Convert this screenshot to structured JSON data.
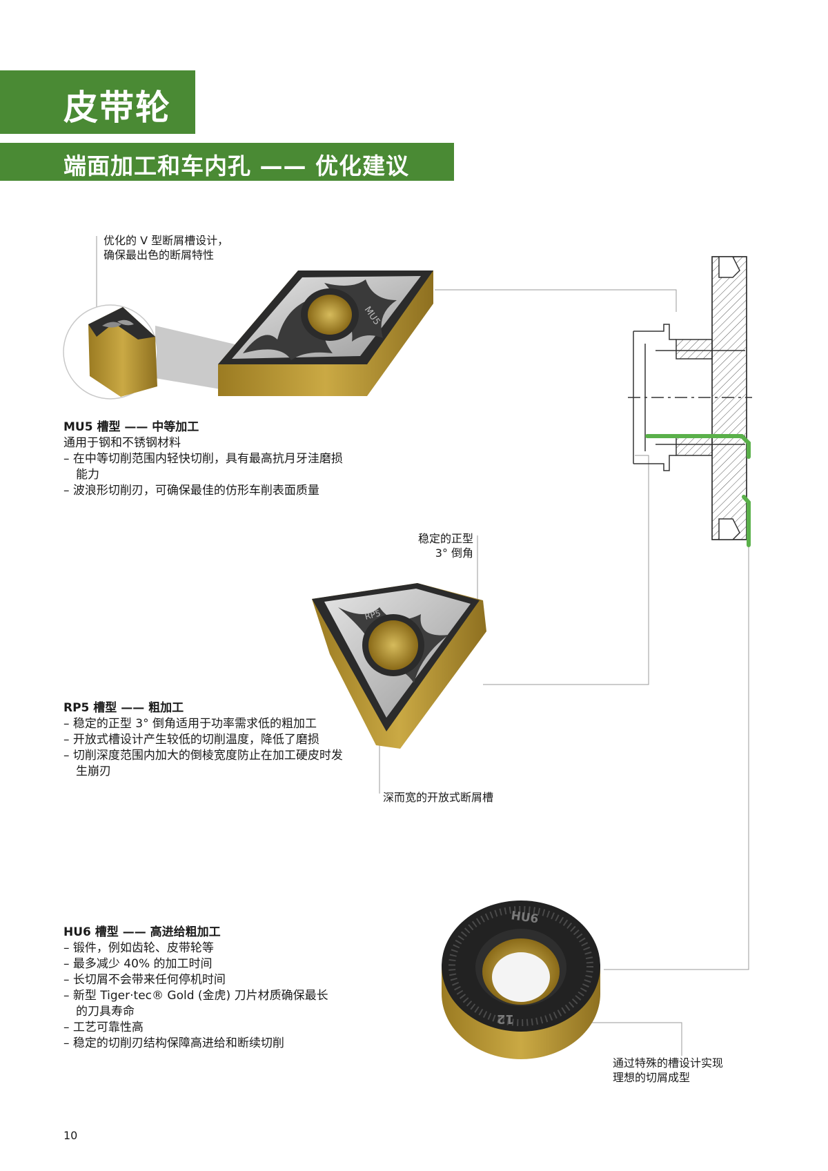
{
  "header": {
    "title": "皮带轮",
    "subtitle": "端面加工和车内孔 —— 优化建议"
  },
  "callouts": {
    "v_groove": [
      "优化的 V 型断屑槽设计，",
      "确保最出色的断屑特性"
    ],
    "chamfer": [
      "稳定的正型",
      "3° 倒角"
    ],
    "open_groove": [
      "深而宽的开放式断屑槽"
    ],
    "chip_form": [
      "通过特殊的槽设计实现",
      "理想的切屑成型"
    ]
  },
  "sections": {
    "mu5": {
      "heading": "MU5 槽型 —— 中等加工",
      "lines": [
        "通用于钢和不锈钢材料"
      ],
      "bullets": [
        "– 在中等切削范围内轻快切削，具有最高抗月牙洼磨损能力",
        "– 波浪形切削刃，可确保最佳的仿形车削表面质量"
      ]
    },
    "rp5": {
      "heading": "RP5 槽型 —— 粗加工",
      "bullets": [
        "– 稳定的正型 3° 倒角适用于功率需求低的粗加工",
        "– 开放式槽设计产生较低的切削温度，降低了磨损",
        "– 切削深度范围内加大的倒棱宽度防止在加工硬皮时发生崩刃"
      ]
    },
    "hu6": {
      "heading": "HU6 槽型 —— 高进给粗加工",
      "bullets": [
        "– 锻件，例如齿轮、皮带轮等",
        "– 最多减少 40% 的加工时间",
        "– 长切屑不会带来任何停机时间",
        "– 新型 Tiger·tec® Gold (金虎) 刀片材质确保最长的刀具寿命",
        "– 工艺可靠性高",
        "– 稳定的切削刃结构保障高进给和断续切削"
      ]
    }
  },
  "insert_markings": {
    "mu5": "MU5",
    "rp5": "RP5",
    "hu6_top": "HU6",
    "hu6_bottom": "12"
  },
  "page_number": "10",
  "colors": {
    "brand_green": "#4a8a34",
    "insert_gold": "#b8972e",
    "insert_dark": "#2b2b2b",
    "highlight_green": "#5ab04a"
  }
}
